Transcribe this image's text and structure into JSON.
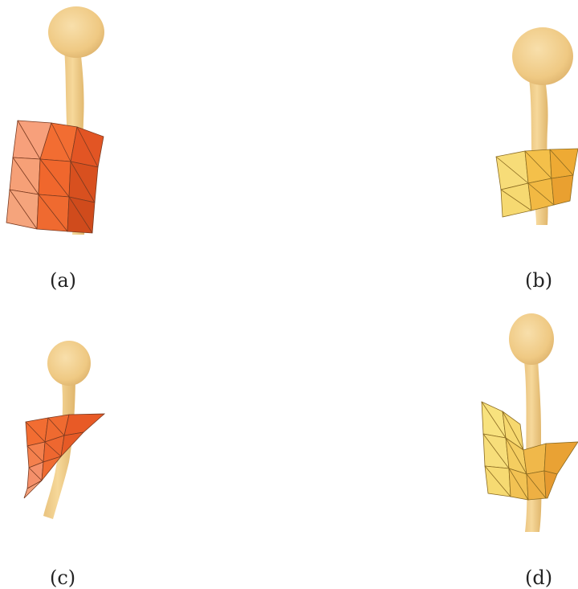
{
  "figure": {
    "panels": [
      {
        "id": "a",
        "caption": "(a)",
        "mesh_color": "#f06a35",
        "mesh_shape": "rectangular-patch"
      },
      {
        "id": "b",
        "caption": "(b)",
        "mesh_color": "#f4c25a",
        "mesh_shape": "rectangular-patch"
      },
      {
        "id": "c",
        "caption": "(c)",
        "mesh_color": "#ee6a34",
        "mesh_shape": "triangular-patch"
      },
      {
        "id": "d",
        "caption": "(d)",
        "mesh_color": "#f5c555",
        "mesh_shape": "folded-patch"
      }
    ],
    "bone_color": "#f2cf8e"
  }
}
